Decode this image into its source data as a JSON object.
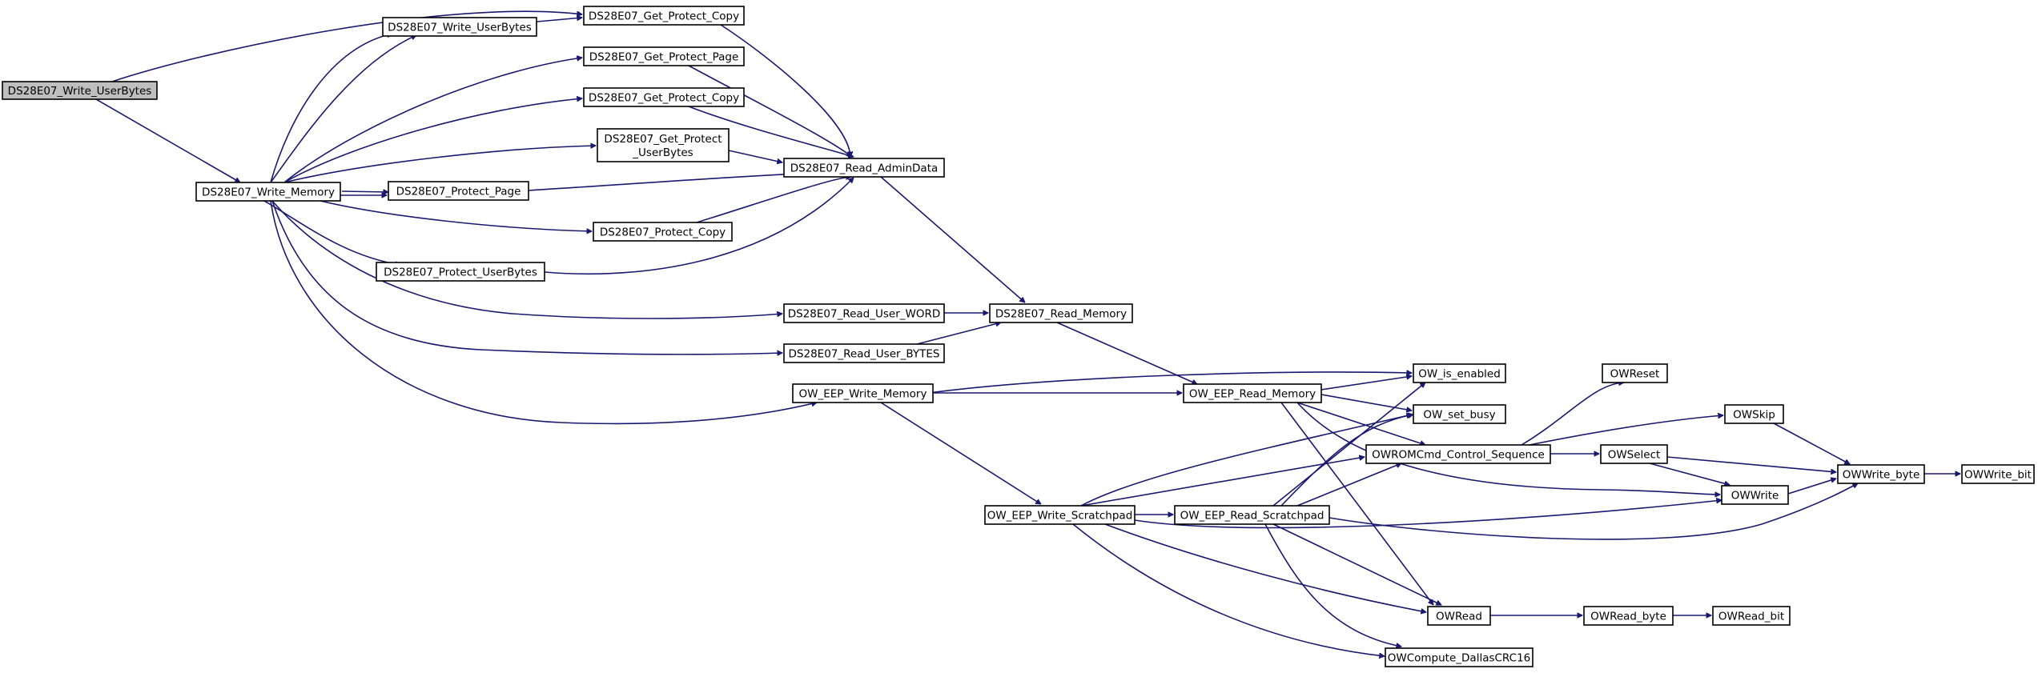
{
  "diagram": {
    "colors": {
      "edge": "#191970",
      "node_border": "#000000",
      "root_fill": "#bfbfbf",
      "node_fill": "#ffffff"
    },
    "nodes": [
      {
        "id": "root",
        "lines": [
          "DS28E07_Write_UserBytes"
        ],
        "root": true
      },
      {
        "id": "write_userbytes",
        "lines": [
          "DS28E07_Write_UserBytes"
        ]
      },
      {
        "id": "get_protect_copy_1",
        "lines": [
          "DS28E07_Get_Protect_Copy"
        ]
      },
      {
        "id": "get_protect_page",
        "lines": [
          "DS28E07_Get_Protect_Page"
        ]
      },
      {
        "id": "get_protect_copy_2",
        "lines": [
          "DS28E07_Get_Protect_Copy"
        ]
      },
      {
        "id": "get_protect_userbytes",
        "lines": [
          "DS28E07_Get_Protect",
          "_UserBytes"
        ]
      },
      {
        "id": "write_memory",
        "lines": [
          "DS28E07_Write_Memory"
        ]
      },
      {
        "id": "protect_page",
        "lines": [
          "DS28E07_Protect_Page"
        ]
      },
      {
        "id": "read_admindata",
        "lines": [
          "DS28E07_Read_AdminData"
        ]
      },
      {
        "id": "protect_copy",
        "lines": [
          "DS28E07_Protect_Copy"
        ]
      },
      {
        "id": "protect_userbytes",
        "lines": [
          "DS28E07_Protect_UserBytes"
        ]
      },
      {
        "id": "read_user_word",
        "lines": [
          "DS28E07_Read_User_WORD"
        ]
      },
      {
        "id": "read_memory",
        "lines": [
          "DS28E07_Read_Memory"
        ]
      },
      {
        "id": "read_user_bytes",
        "lines": [
          "DS28E07_Read_User_BYTES"
        ]
      },
      {
        "id": "ow_eep_write_memory",
        "lines": [
          "OW_EEP_Write_Memory"
        ]
      },
      {
        "id": "ow_eep_read_memory",
        "lines": [
          "OW_EEP_Read_Memory"
        ]
      },
      {
        "id": "ow_is_enabled",
        "lines": [
          "OW_is_enabled"
        ]
      },
      {
        "id": "ow_set_busy",
        "lines": [
          "OW_set_busy"
        ]
      },
      {
        "id": "owromcmd",
        "lines": [
          "OWROMCmd_Control_Sequence"
        ]
      },
      {
        "id": "owreset",
        "lines": [
          "OWReset"
        ]
      },
      {
        "id": "owskip",
        "lines": [
          "OWSkip"
        ]
      },
      {
        "id": "owselect",
        "lines": [
          "OWSelect"
        ]
      },
      {
        "id": "owwrite_byte",
        "lines": [
          "OWWrite_byte"
        ]
      },
      {
        "id": "owwrite_bit",
        "lines": [
          "OWWrite_bit"
        ]
      },
      {
        "id": "owwrite",
        "lines": [
          "OWWrite"
        ]
      },
      {
        "id": "ow_eep_write_scratchpad",
        "lines": [
          "OW_EEP_Write_Scratchpad"
        ]
      },
      {
        "id": "ow_eep_read_scratchpad",
        "lines": [
          "OW_EEP_Read_Scratchpad"
        ]
      },
      {
        "id": "owread",
        "lines": [
          "OWRead"
        ]
      },
      {
        "id": "owread_byte",
        "lines": [
          "OWRead_byte"
        ]
      },
      {
        "id": "owread_bit",
        "lines": [
          "OWRead_bit"
        ]
      },
      {
        "id": "owcompute_crc16",
        "lines": [
          "OWCompute_DallasCRC16"
        ]
      }
    ]
  }
}
